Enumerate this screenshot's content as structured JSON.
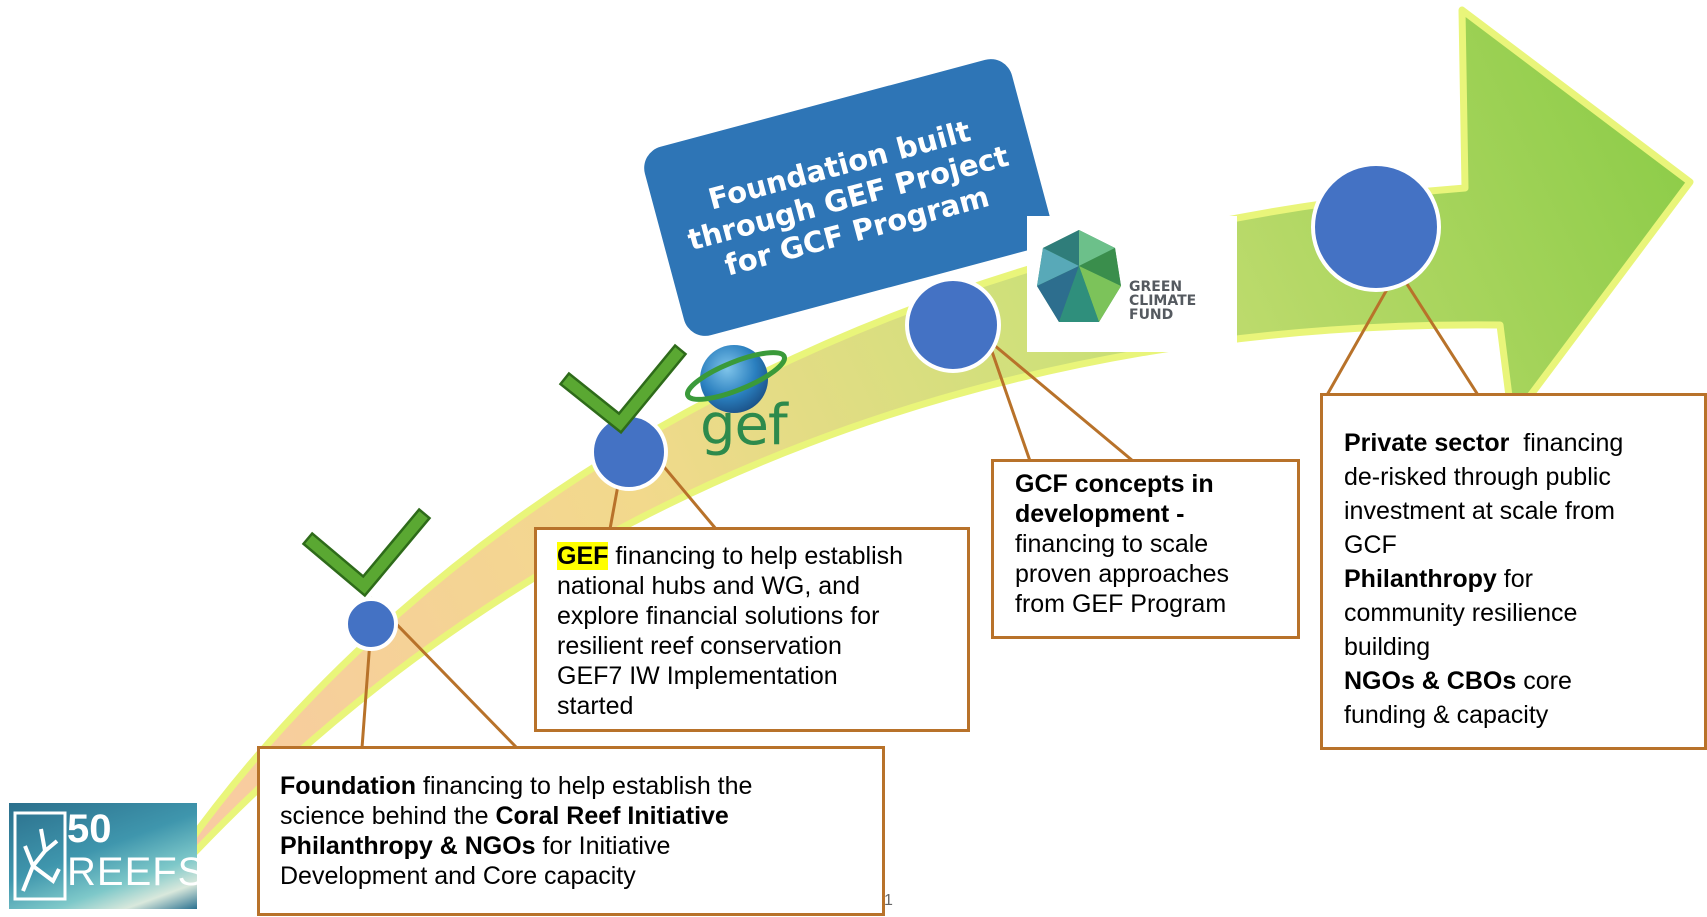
{
  "banner": {
    "lines": [
      "Foundation built",
      "through GEF Project",
      "for GCF Program"
    ],
    "color": "#2e75b6"
  },
  "logos": {
    "gef": {
      "word": "gef",
      "icon": "globe-ring-icon"
    },
    "gcf": {
      "lines": [
        "GREEN",
        "CLIMATE",
        "FUND"
      ],
      "icon": "geodesic-globe-icon"
    },
    "reefs": {
      "number": "50",
      "word": "REEFS",
      "icon": "coral-icon"
    }
  },
  "stages": [
    {
      "lines": [
        [
          {
            "t": "Foundation",
            "b": true
          },
          {
            "t": " financing to help establish the"
          }
        ],
        [
          {
            "t": "science behind the "
          },
          {
            "t": "Coral Reef Initiative",
            "b": true
          }
        ],
        [
          {
            "t": "Philanthropy & NGOs",
            "b": true
          },
          {
            "t": " for Initiative"
          }
        ],
        [
          {
            "t": "Development and Core capacity"
          }
        ]
      ],
      "status": "check-icon"
    },
    {
      "lines": [
        [
          {
            "t": "GEF",
            "b": true,
            "hl": true
          },
          {
            "t": " financing to help establish"
          }
        ],
        [
          {
            "t": "national hubs and WG, and"
          }
        ],
        [
          {
            "t": "explore financial solutions for"
          }
        ],
        [
          {
            "t": "resilient reef conservation"
          }
        ],
        [
          {
            "t": "GEF7 IW Implementation"
          }
        ],
        [
          {
            "t": "started"
          }
        ]
      ],
      "status": "check-icon"
    },
    {
      "lines": [
        [
          {
            "t": "GCF concepts in",
            "b": true
          }
        ],
        [
          {
            "t": "development -",
            "b": true
          }
        ],
        [
          {
            "t": "financing to scale"
          }
        ],
        [
          {
            "t": "proven approaches"
          }
        ],
        [
          {
            "t": "from GEF Program"
          }
        ]
      ]
    },
    {
      "lines": [
        [
          {
            "t": "Private sector",
            "b": true
          },
          {
            "t": "  financing"
          }
        ],
        [
          {
            "t": "de-risked through public"
          }
        ],
        [
          {
            "t": "investment at scale from"
          }
        ],
        [
          {
            "t": "GCF"
          }
        ],
        [
          {
            "t": "Philanthropy",
            "b": true
          },
          {
            "t": " for"
          }
        ],
        [
          {
            "t": "community resilience"
          }
        ],
        [
          {
            "t": "building"
          }
        ],
        [
          {
            "t": "NGOs & CBOs",
            "b": true
          },
          {
            "t": " core"
          }
        ],
        [
          {
            "t": "funding & capacity"
          }
        ]
      ]
    }
  ],
  "page_number": "1",
  "colors": {
    "arrow_start": "#f9c9a4",
    "arrow_end": "#8ccc48",
    "arrow_outline": "#e9f57a",
    "node": "#4472c4",
    "connector": "#b8722a",
    "check": "#5aa832"
  }
}
